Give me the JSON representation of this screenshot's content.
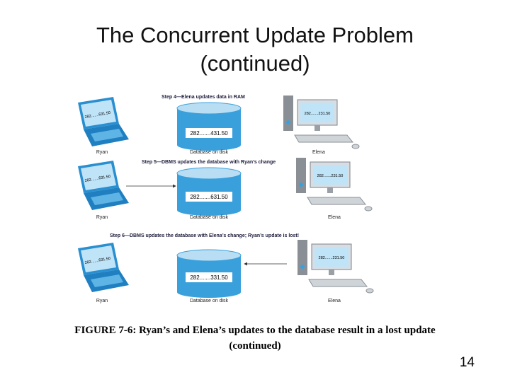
{
  "slide": {
    "title_line1": "The Concurrent Update Problem",
    "title_line2": "(continued)",
    "caption_line1": "FIGURE 7-6: Ryan’s and Elena’s updates to the database result in a lost update",
    "caption_line2": "(continued)",
    "page_number": "14"
  },
  "figure": {
    "rows": [
      {
        "step_text": "Step 4—Elena updates data in RAM",
        "db_value": "282.......431.50",
        "ryan_screen": "282.......631.50",
        "elena_screen": "282.......231.50",
        "left_label": "Ryan",
        "db_label": "Database on disk",
        "right_label": "Elena"
      },
      {
        "step_text": "Step 5—DBMS updates the database with Ryan’s change",
        "db_value": "282.......631.50",
        "ryan_screen": "282.......631.50",
        "elena_screen": "282.......231.50",
        "left_label": "Ryan",
        "db_label": "Database on disk",
        "right_label": "Elena"
      },
      {
        "step_text": "Step 6—DBMS updates the database with Elena’s change; Ryan’s update is lost!",
        "db_value": "282.......331.50",
        "ryan_screen": "282.......631.50",
        "elena_screen": "282.......231.50",
        "left_label": "Ryan",
        "db_label": "Database on disk",
        "right_label": "Elena"
      }
    ],
    "colors": {
      "laptop": "#2a8fd0",
      "screen": "#bfe3f7",
      "db": "#3aa0dc",
      "db_top": "#b9def3",
      "computer": "#8a8f96"
    },
    "icons": [
      "laptop-icon",
      "database-icon",
      "desktop-computer-icon"
    ]
  }
}
